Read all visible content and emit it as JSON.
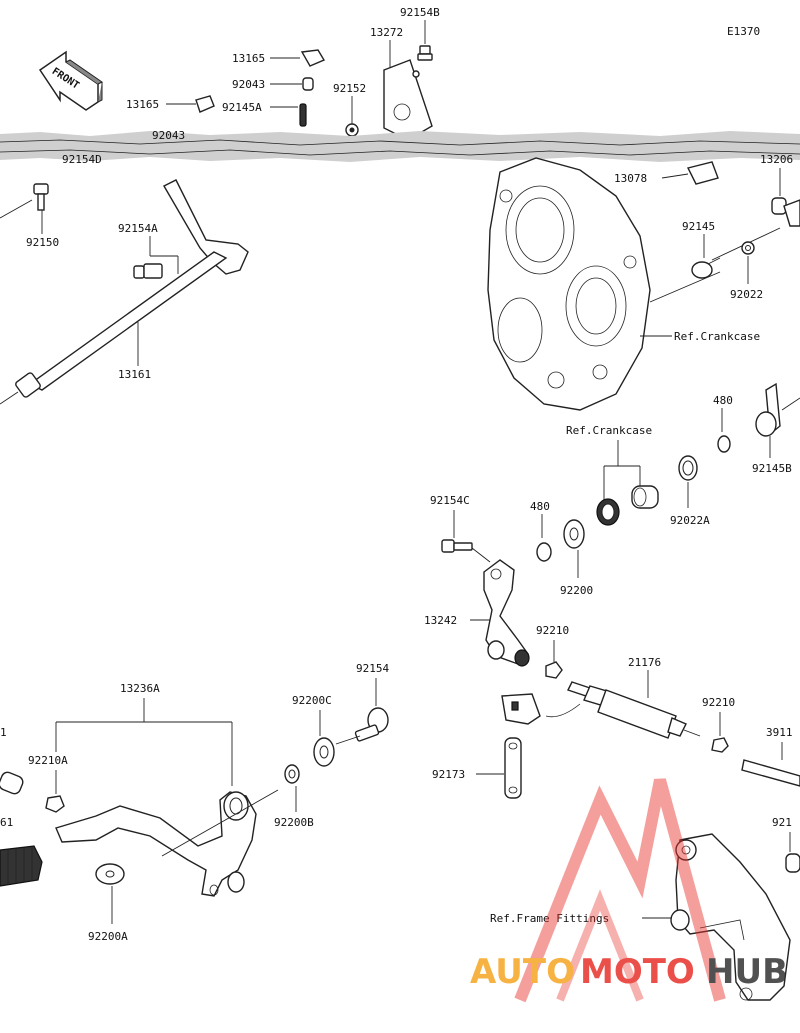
{
  "diagram_code": "E1370",
  "front_label": "FRONT",
  "callouts": {
    "p13165_top": "13165",
    "p92043_top": "92043",
    "p13165_left": "13165",
    "p92145A": "92145A",
    "p92152": "92152",
    "p13272": "13272",
    "p92154B": "92154B",
    "p92043_cut": "92043",
    "p92154D_cut": "92154D",
    "p13078": "13078",
    "p13206_cut": "13206",
    "p92150": "92150",
    "p92154A": "92154A",
    "p13161": "13161",
    "p92145": "92145",
    "p92022": "92022",
    "ref_crankcase_1": "Ref.Crankcase",
    "p480_right": "480",
    "p92145B": "92145B",
    "ref_crankcase_2": "Ref.Crankcase",
    "p92022A": "92022A",
    "p92154C": "92154C",
    "p480_mid": "480",
    "p92200": "92200",
    "p13242": "13242",
    "p92210_mid": "92210",
    "p21176": "21176",
    "p92210_right": "92210",
    "p3911_cut": "3911",
    "p13236A": "13236A",
    "p92200C": "92200C",
    "p92154": "92154",
    "p92210A": "92210A",
    "p92200B": "92200B",
    "p92173": "92173",
    "p1_cut": "1",
    "p61_cut": "61",
    "p92200A": "92200A",
    "p921_cut": "921",
    "ref_frame_fittings": "Ref.Frame Fittings"
  },
  "watermark": {
    "text_auto": "AUTO",
    "text_moto": "MOTO",
    "text_hub": "HUB",
    "color_orange": "#f5a623",
    "color_red": "#e8312a",
    "color_dark": "#333333"
  }
}
